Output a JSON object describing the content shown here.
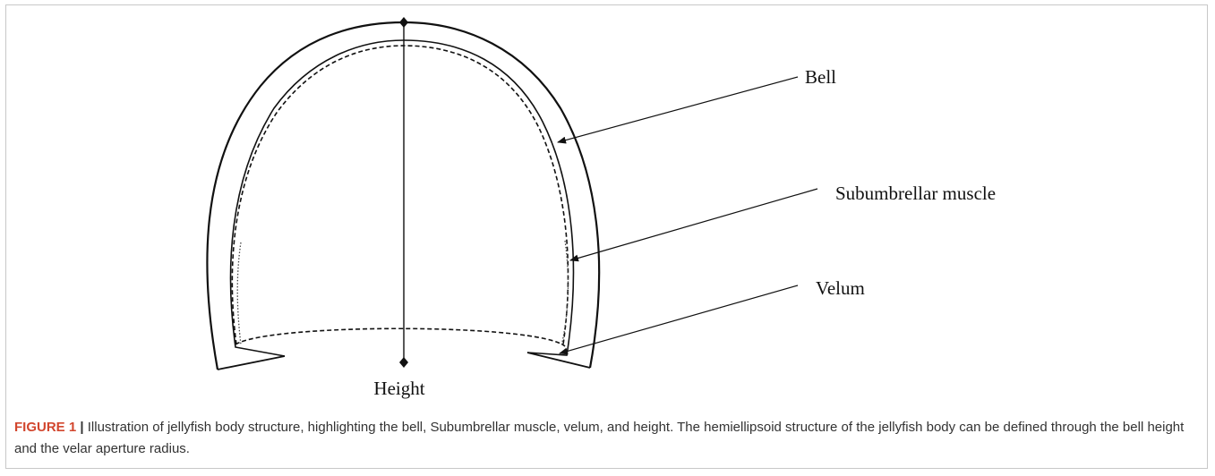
{
  "diagram": {
    "labels": {
      "bell": "Bell",
      "subumbrellar_muscle": "Subumbrellar muscle",
      "velum": "Velum",
      "height": "Height"
    }
  },
  "caption": {
    "label": "FIGURE 1",
    "separator": "|",
    "text": "Illustration of jellyfish body structure, highlighting the bell, Subumbrellar muscle, velum, and height. The hemiellipsoid structure of the jellyfish body can be defined through the bell height and the velar aperture radius."
  }
}
